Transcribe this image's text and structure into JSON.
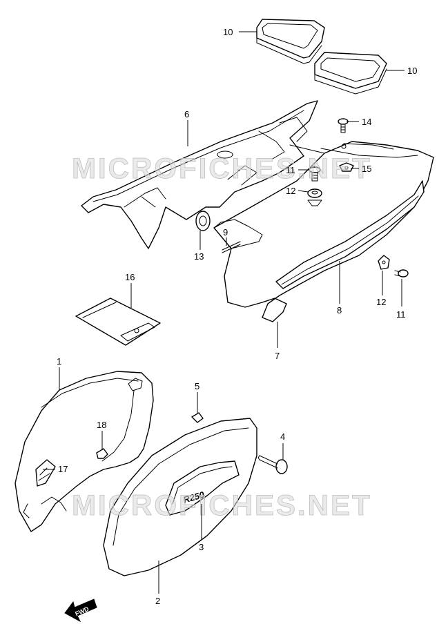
{
  "watermarks": [
    "MICROFICHES.NET",
    "MICROFICHES.NET"
  ],
  "badge_text": "R250",
  "fwd_label": "FWD",
  "callouts": [
    {
      "id": "c-10a",
      "label": "10"
    },
    {
      "id": "c-10b",
      "label": "10"
    },
    {
      "id": "c-6",
      "label": "6"
    },
    {
      "id": "c-14",
      "label": "14"
    },
    {
      "id": "c-11a",
      "label": "11"
    },
    {
      "id": "c-15",
      "label": "15"
    },
    {
      "id": "c-12a",
      "label": "12"
    },
    {
      "id": "c-9",
      "label": "9"
    },
    {
      "id": "c-13",
      "label": "13"
    },
    {
      "id": "c-8",
      "label": "8"
    },
    {
      "id": "c-12b",
      "label": "12"
    },
    {
      "id": "c-11b",
      "label": "11"
    },
    {
      "id": "c-16",
      "label": "16"
    },
    {
      "id": "c-7",
      "label": "7"
    },
    {
      "id": "c-1",
      "label": "1"
    },
    {
      "id": "c-5",
      "label": "5"
    },
    {
      "id": "c-18",
      "label": "18"
    },
    {
      "id": "c-4",
      "label": "4"
    },
    {
      "id": "c-17",
      "label": "17"
    },
    {
      "id": "c-3",
      "label": "3"
    },
    {
      "id": "c-2",
      "label": "2"
    }
  ]
}
